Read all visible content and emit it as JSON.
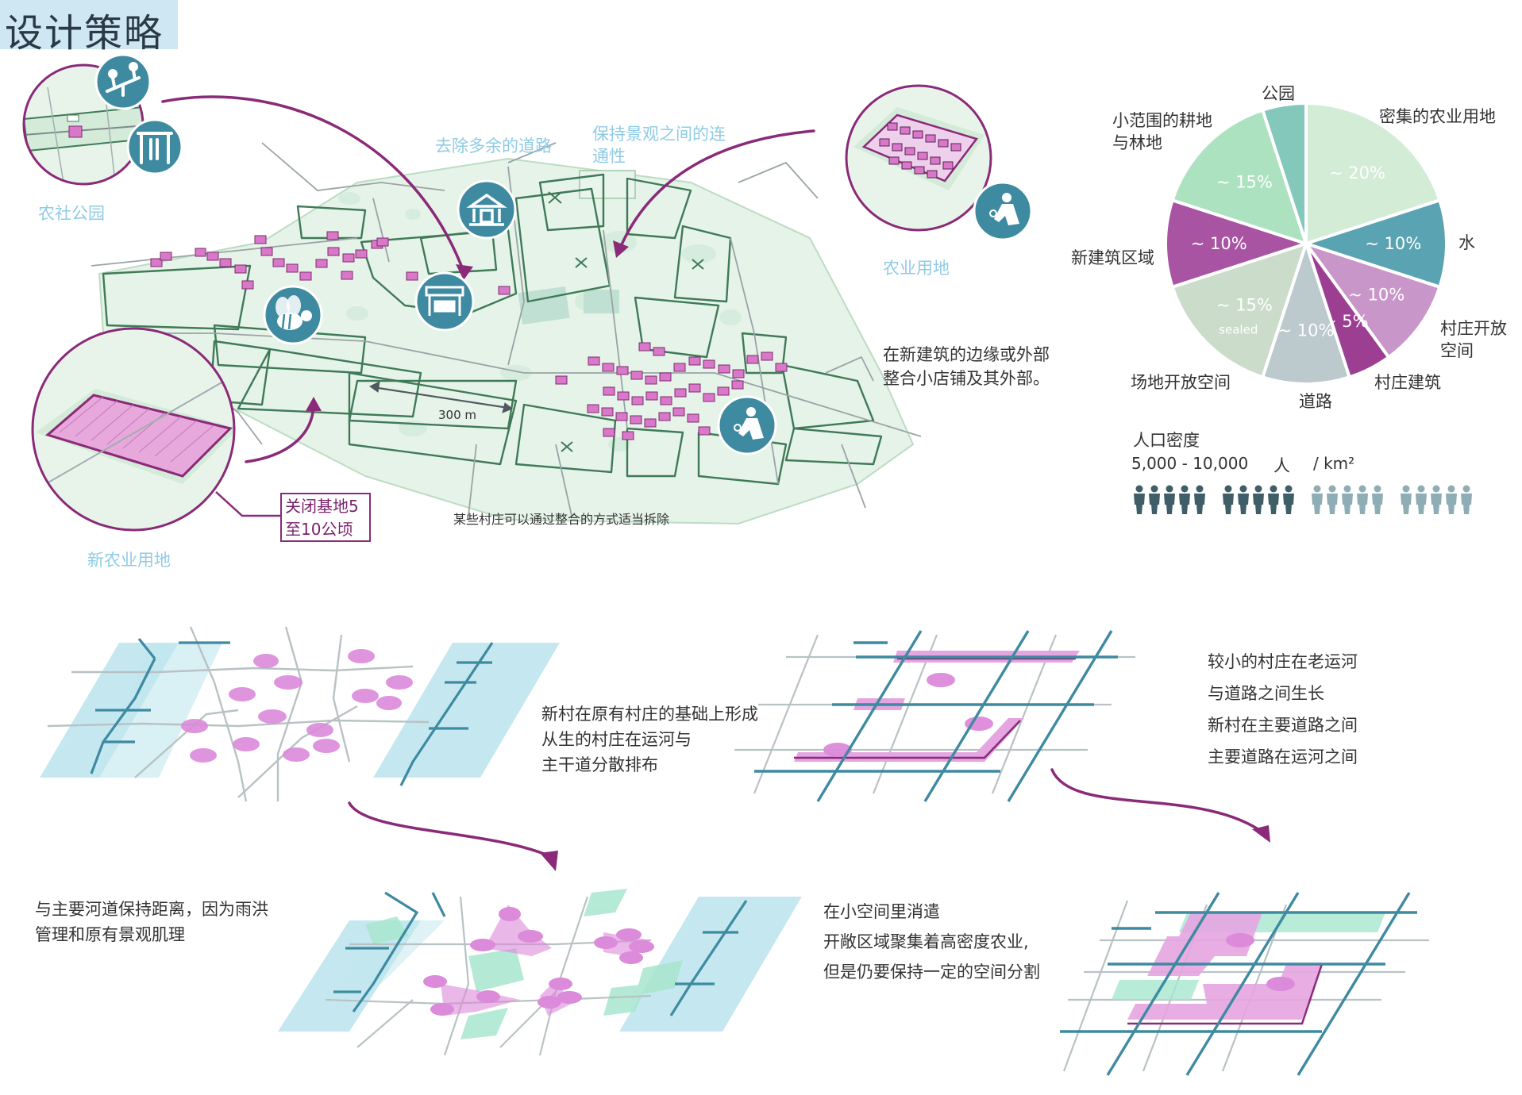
{
  "title": "设计策略",
  "map": {
    "labels": {
      "rural_park": "农社公园",
      "remove_roads": "去除多余的道路",
      "connectivity_l1": "保持景观之间的连",
      "connectivity_l2": "通性",
      "farmland": "农业用地",
      "new_farmland": "新农业用地",
      "edge_shops_l1": "在新建筑的边缘或外部",
      "edge_shops_l2": "整合小店铺及其外部。",
      "scale": "300 m",
      "demolish_note": "某些村庄可以通过整合的方式适当拆除",
      "close_base_l1": "关闭基地5",
      "close_base_l2": "至10公顷"
    },
    "icons": [
      "playground-icon",
      "pergola-icon",
      "museum-icon",
      "market-stall-icon",
      "bee-icon",
      "farmer-icon"
    ]
  },
  "chart_data": {
    "type": "pie",
    "slices": [
      {
        "label": "密集的农业用地",
        "value": 20,
        "text": "~ 20%",
        "color": "#d2ecd6"
      },
      {
        "label": "水",
        "value": 10,
        "text": "~ 10%",
        "color": "#5aa3b2"
      },
      {
        "label": "村庄开放空间",
        "value": 10,
        "text": "~ 10%",
        "color": "#c896c8"
      },
      {
        "label": "村庄建筑",
        "value": 5,
        "text": "~ 5%",
        "color": "#9c3f92"
      },
      {
        "label": "道路",
        "value": 10,
        "text": "~ 10%",
        "color": "#bcc9cd"
      },
      {
        "label": "场地开放空间",
        "value": 15,
        "text": "~ 15%",
        "sublabel": "sealed",
        "color": "#cbdccb"
      },
      {
        "label": "新建筑区域",
        "value": 10,
        "text": "~ 10%",
        "color": "#a954a3"
      },
      {
        "label": "小范围的耕地与林地",
        "value": 15,
        "text": "~ 15%",
        "color": "#ace2bf"
      },
      {
        "label": "公园",
        "value": 5,
        "text": "",
        "color": "#84c7bb"
      }
    ],
    "labels": {
      "farm_dense": "密集的农业用地",
      "water": "水",
      "village_open_l1": "村庄开放",
      "village_open_l2": "空间",
      "village_bld": "村庄建筑",
      "roads": "道路",
      "site_open": "场地开放空间",
      "new_bld": "新建筑区域",
      "small_farm_l1": "小范围的耕地",
      "small_farm_l2": "与林地",
      "park": "公园"
    }
  },
  "density": {
    "title": "人口密度",
    "range": "5,000 - 10,000",
    "unit_person": "人",
    "unit_area": "/ km²",
    "groups": [
      {
        "count": 5,
        "color": "#3f5e68"
      },
      {
        "count": 5,
        "color": "#3f5e68"
      },
      {
        "count": 5,
        "color": "#8fadb4"
      },
      {
        "count": 5,
        "color": "#8fadb4"
      }
    ]
  },
  "strategy": {
    "left_top": [
      "新村在原有村庄的基础上形成",
      "从生的村庄在运河与",
      "主干道分散排布"
    ],
    "right_top": [
      "较小的村庄在老运河",
      "与道路之间生长",
      "新村在主要道路之间",
      "主要道路在运河之间"
    ],
    "left_bottom": [
      "与主要河道保持距离，因为雨洪",
      "管理和原有景观肌理"
    ],
    "right_bottom": [
      "在小空间里消遣",
      "开敞区域聚集着高密度农业,",
      "但是仍要保持一定的空间分割"
    ]
  },
  "colors": {
    "purple": "#8a2a78",
    "pink": "#d98ad6",
    "teal": "#3e8aa1",
    "canal_light": "#bfe6ee",
    "green_light": "#a8e6cf",
    "road_grey": "#b8c2c4"
  }
}
